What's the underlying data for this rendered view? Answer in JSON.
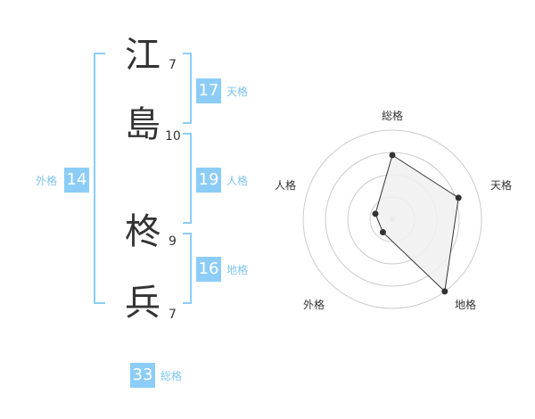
{
  "name_chars": [
    {
      "char": "江",
      "strokes": "7"
    },
    {
      "char": "島",
      "strokes": "10"
    },
    {
      "char": "柊",
      "strokes": "9"
    },
    {
      "char": "兵",
      "strokes": "7"
    }
  ],
  "kaku": {
    "tenkaku": {
      "value": "17",
      "label": "天格"
    },
    "jinkaku": {
      "value": "19",
      "label": "人格"
    },
    "chikaku": {
      "value": "16",
      "label": "地格"
    },
    "gaikaku": {
      "value": "14",
      "label": "外格"
    },
    "soukaku": {
      "value": "33",
      "label": "総格"
    }
  },
  "radar": {
    "axes": [
      "総格",
      "天格",
      "地格",
      "外格",
      "人格"
    ],
    "values": [
      0.72,
      0.78,
      1.0,
      0.18,
      0.2
    ],
    "colors": {
      "fill": "#f0f0f0",
      "line": "#333333",
      "grid": "#cccccc",
      "point": "#333333"
    }
  },
  "colors": {
    "accent": "#8ccdf7",
    "label": "#7ec4ef",
    "bracket": "#8ccdf7",
    "text": "#333333"
  }
}
